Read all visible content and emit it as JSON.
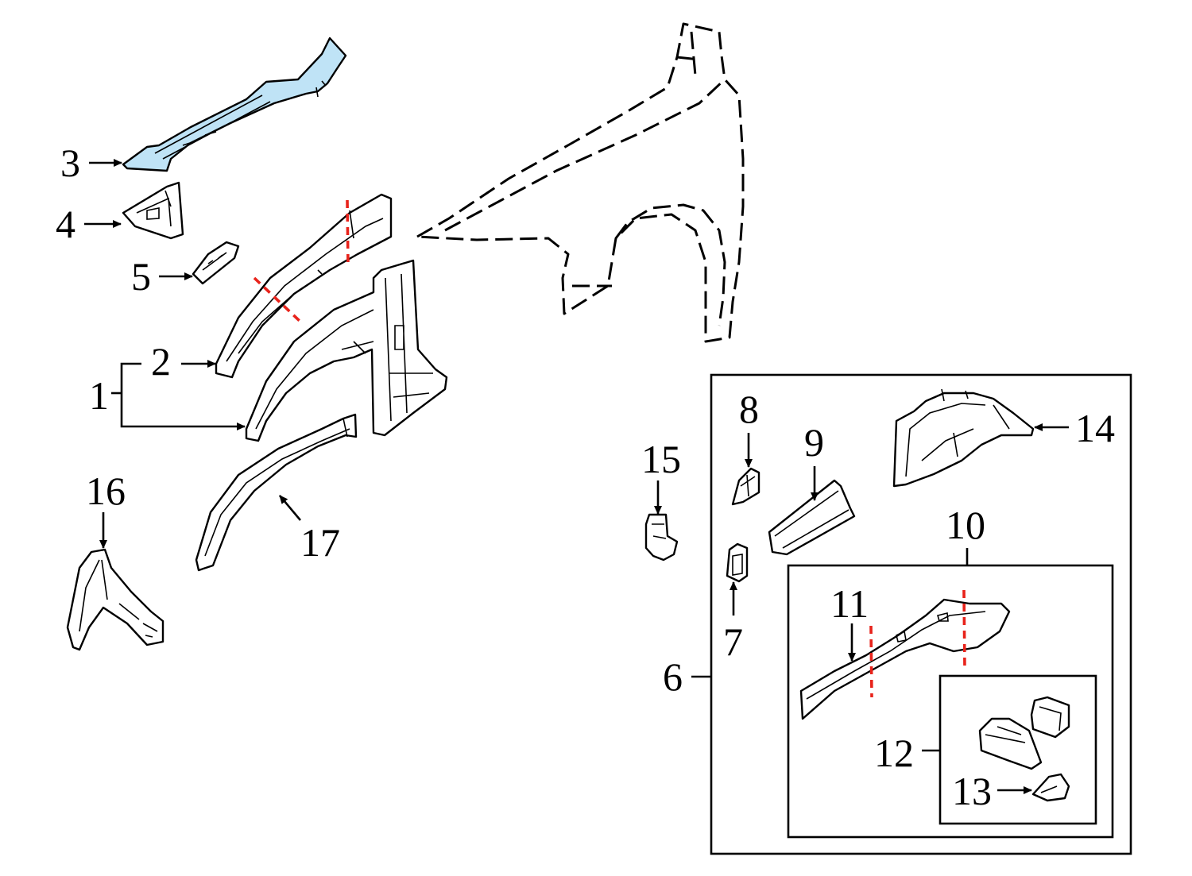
{
  "colors": {
    "line": "#000000",
    "highlight_part": "#bfe3f6",
    "cut_line": "#e8231b",
    "background": "#ffffff",
    "group_box_fill": "#f9f9f9"
  },
  "callouts": {
    "c1": "1",
    "c2": "2",
    "c3": "3",
    "c4": "4",
    "c5": "5",
    "c6": "6",
    "c7": "7",
    "c8": "8",
    "c9": "9",
    "c10": "10",
    "c11": "11",
    "c12": "12",
    "c13": "13",
    "c14": "14",
    "c15": "15",
    "c16": "16",
    "c17": "17"
  },
  "highlighted_part": "3"
}
